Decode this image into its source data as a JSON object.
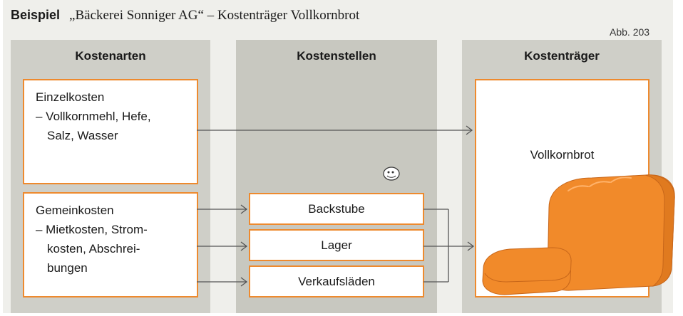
{
  "title": {
    "label": "Beispiel",
    "text": "„Bäckerei Sonniger AG“ – Kostenträger Vollkornbrot"
  },
  "figure_ref": "Abb. 203",
  "columns": {
    "kostenarten": "Kostenarten",
    "kostenstellen": "Kostenstellen",
    "kostentraeger": "Kostenträger"
  },
  "einzelkosten": {
    "heading": "Einzelkosten",
    "line1": "– Vollkornmehl, Hefe,",
    "line2": "Salz, Wasser"
  },
  "gemeinkosten": {
    "heading": "Gemeinkosten",
    "line1": "– Mietkosten, Strom-",
    "line2": "kosten, Abschrei-",
    "line3": "bungen"
  },
  "kostenstellen": [
    "Backstube",
    "Lager",
    "Verkaufsläden"
  ],
  "kostentraeger": {
    "product": "Vollkornbrot"
  },
  "colors": {
    "accent": "#ee8a2e",
    "column_bg": "#cfcfc8",
    "frame_bg": "#efefeb"
  },
  "icons": [
    "bread-illustration",
    "cursor-icon"
  ]
}
